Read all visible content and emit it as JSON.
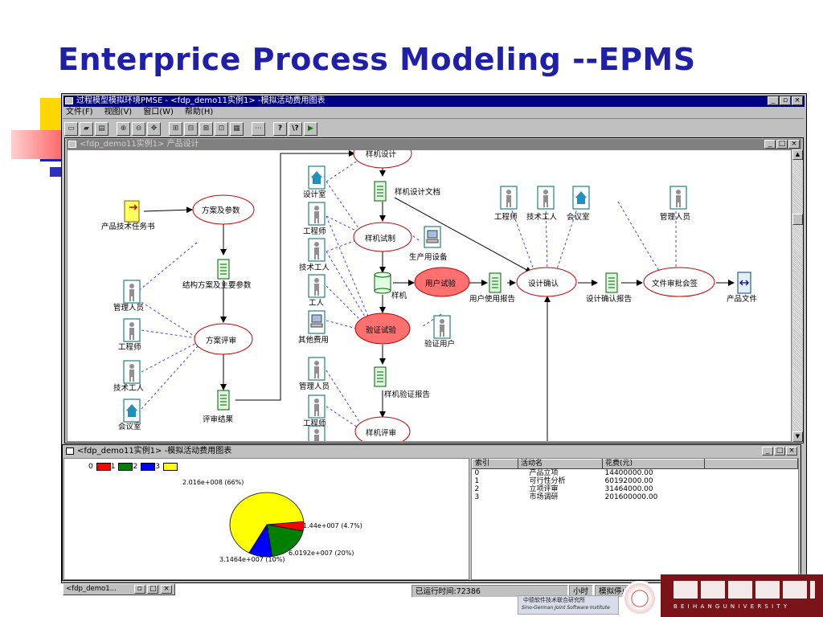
{
  "slide": {
    "title": "Enterprice Process Modeling --EPMS"
  },
  "main_window": {
    "title": "过程模型模拟环境PMSE - <fdp_demo11实例1> -模拟活动费用图表"
  },
  "menu": {
    "items": [
      "文件(F)",
      "视图(V)",
      "窗口(W)",
      "帮助(H)"
    ]
  },
  "toolbar": {
    "help_glyph": "?",
    "whatsthis_glyph": "\\?"
  },
  "design_window": {
    "title": "<fdp_demo11实例1> 产品设计"
  },
  "diagram": {
    "activities": {
      "plan_params": "方案及参数",
      "plan_review": "方案评审",
      "proto_design": "样机设计",
      "proto_build": "样机试制",
      "user_test": "用户试验",
      "verify_test": "验证试验",
      "proto_review": "样机评审",
      "design_confirm": "设计确认",
      "doc_approve": "文件审批会签"
    },
    "documents": {
      "task_book": "产品技术任务书",
      "struct_params": "结构方案及主要参数",
      "review_result": "评审结果",
      "design_doc": "样机设计文档",
      "user_report": "用户使用报告",
      "confirm_report": "设计确认报告",
      "verify_report": "样机验证报告",
      "product_doc": "产品文件"
    },
    "resources": {
      "manager_l": "管理人员",
      "engineer_l": "工程师",
      "worker_l": "技术工人",
      "meeting_l": "会议室",
      "design_room": "设计室",
      "engineer_m": "工程师",
      "worker_m": "技术工人",
      "labor_m": "工人",
      "other_cost": "其他费用",
      "manager_m": "管理人员",
      "engineer_m2": "工程师",
      "prod_equip": "生产用设备",
      "proto": "样机",
      "verify_user": "验证用户",
      "engineer_r": "工程师",
      "worker_r": "技术工人",
      "meeting_r": "会议室",
      "manager_r": "管理人员"
    }
  },
  "cost_window": {
    "title": "<fdp_demo11实例1> -模拟活动费用图表",
    "legend": [
      "0",
      "1",
      "2",
      "3"
    ],
    "colors": {
      "red": "#ff0000",
      "green": "#008000",
      "blue": "#0000ff",
      "yellow": "#ffff00"
    },
    "pie_labels": [
      "2.016e+008 (66%)",
      "1.44e+007 (4.7%)",
      "6.0192e+007 (20%)",
      "3.1464e+007 (10%)"
    ],
    "table": {
      "headers": [
        "索引",
        "活动名",
        "花费(元)"
      ],
      "rows": [
        [
          "0",
          "产品立项",
          "14400000.00"
        ],
        [
          "1",
          "可行性分析",
          "60192000.00"
        ],
        [
          "2",
          "立项评审",
          "31464000.00"
        ],
        [
          "3",
          "市场调研",
          "201600000.00"
        ]
      ]
    }
  },
  "chart_data": {
    "type": "pie",
    "categories": [
      "0",
      "1",
      "2",
      "3"
    ],
    "values": [
      14400000,
      60192000,
      31464000,
      201600000
    ],
    "legend_position": "top-left"
  },
  "taskbar": {
    "minimized_title": "<fdp_demo1...",
    "elapsed": "已运行时间:72386",
    "unit": "小时",
    "state": "模拟停止"
  },
  "logos": {
    "institute_cn": "中德软件技术联合研究所",
    "institute_en": "Sino-German Joint Software Institute",
    "university_en": "B E I H A N G   U N I V E R S I T Y"
  }
}
